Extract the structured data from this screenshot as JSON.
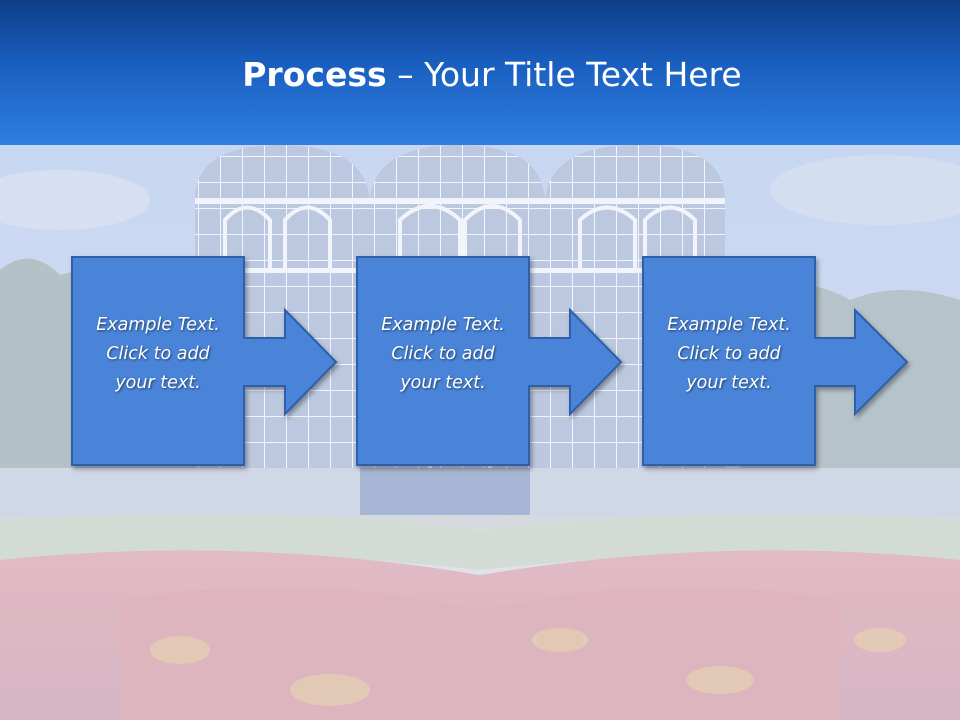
{
  "slide": {
    "title_bold": "Process",
    "title_rest": " – Your Title Text Here",
    "steps": [
      {
        "line1": "Example Text.",
        "line2": "Click  to add",
        "line3": "your text."
      },
      {
        "line1": "Example Text.",
        "line2": "Click  to add",
        "line3": "your text."
      },
      {
        "line1": "Example Text.",
        "line2": "Click  to add",
        "line3": "your text."
      }
    ]
  },
  "colors": {
    "title_bar_top": "#0e3e86",
    "title_bar_bottom": "#2e7fe0",
    "box_fill": "#4a84d8",
    "box_border": "#2d5fa8",
    "title_text": "#ffffff"
  },
  "background": {
    "description_icon": "botanical-garden-greenhouse-photo"
  }
}
